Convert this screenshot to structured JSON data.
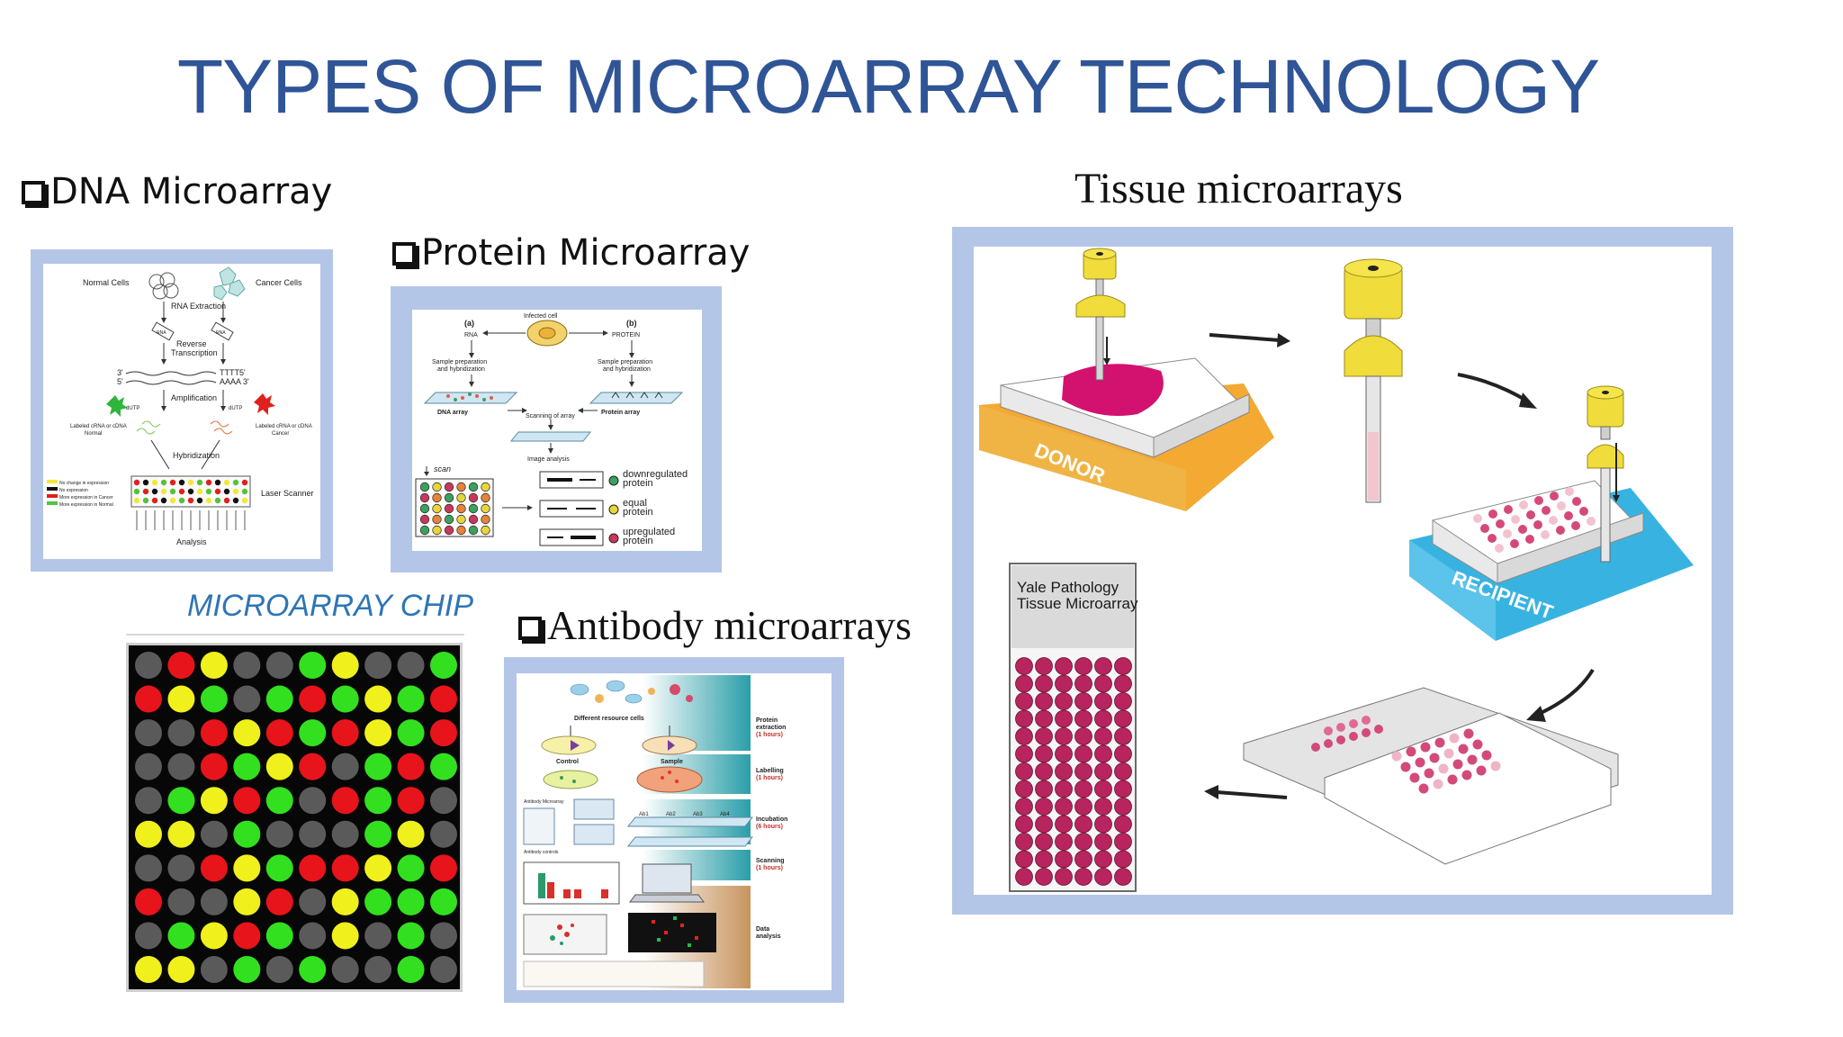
{
  "slide": {
    "title": "TYPES OF MICROARRAY TECHNOLOGY"
  },
  "dna": {
    "heading": "DNA Microarray",
    "labels": {
      "normal_cells": "Normal Cells",
      "cancer_cells": "Cancer Cells",
      "rna_extraction": "RNA Extraction",
      "rna1": "RNA",
      "rna2": "RNA",
      "reverse": "Reverse",
      "transcription": "Transcription",
      "three": "3'",
      "five": "5'",
      "tttt": "TTTT5'",
      "aaaa": "AAAA 3'",
      "amplification": "Amplification",
      "dutp1": "dUTP",
      "dutp2": "dUTP",
      "labeled_normal_1": "Labeled cRNA or cDNA",
      "labeled_normal_2": "Normal",
      "labeled_cancer_1": "Labeled cRNA or cDNA",
      "labeled_cancer_2": "Cancer",
      "hybridization": "Hybridization",
      "laser_scanner": "Laser Scanner",
      "analysis": "Analysis",
      "legend1": "No change in expression",
      "legend2": "No expression",
      "legend3": "More expression in Cancer",
      "legend4": "More expression in Normal"
    }
  },
  "protein": {
    "heading": "Protein Microarray",
    "labels": {
      "infected_cell": "Infected cell",
      "a": "(a)",
      "b": "(b)",
      "rna": "RNA",
      "protein": "PROTEIN",
      "sample_prep_left_1": "Sample preparation",
      "sample_prep_left_2": "and hybridization",
      "sample_prep_right_1": "Sample preparation",
      "sample_prep_right_2": "and hybridization",
      "dna_array": "DNA array",
      "scanning": "Scanning of array",
      "protein_array": "Protein array",
      "image_analysis": "Image analysis",
      "scan": "scan",
      "down1": "downregulated",
      "down2": "protein",
      "equal1": "equal",
      "equal2": "protein",
      "up1": "upregulated",
      "up2": "protein"
    }
  },
  "chip": {
    "caption": "MICROARRAY CHIP",
    "colors": {
      "R": "#e8141b",
      "G": "#33e01f",
      "Y": "#f0f01c",
      "D": "#5a5a5a"
    },
    "rows": [
      "DRYDDGYDDG",
      "RYGDGRGYGR",
      "DDRYRGRYGR",
      "DDRGYRDGRG",
      "DGYRGDRGRD",
      "YYDGDDDGYD",
      "DDRYGRRYGR",
      "RDDYRDYGGG",
      "DGYRGDYDGD",
      "YYDGDGDDGD"
    ]
  },
  "antibody": {
    "heading": "Antibody microarrays",
    "labels": {
      "different_cells": "Different resource cells",
      "control": "Control",
      "sample": "Sample",
      "antibody_microarray": "Antibody Microarray",
      "antibody_controls": "Antibody controls",
      "ab1": "Ab1",
      "ab2": "Ab2",
      "ab3": "Ab3",
      "ab4": "Ab4",
      "step1_a": "Protein",
      "step1_b": "extraction",
      "step1_c": "(1 hours)",
      "step2_a": "Labelling",
      "step2_b": "(1 hours)",
      "step3_a": "Incubation",
      "step3_b": "(6 hours)",
      "step4_a": "Scanning",
      "step4_b": "(1 hours)",
      "step5_a": "Data",
      "step5_b": "analysis"
    }
  },
  "tissue": {
    "heading": "Tissue microarrays",
    "labels": {
      "donor": "DONOR",
      "recipient": "RECIPIENT",
      "yale_1": "Yale Pathology",
      "yale_2": "Tissue Microarray"
    }
  }
}
